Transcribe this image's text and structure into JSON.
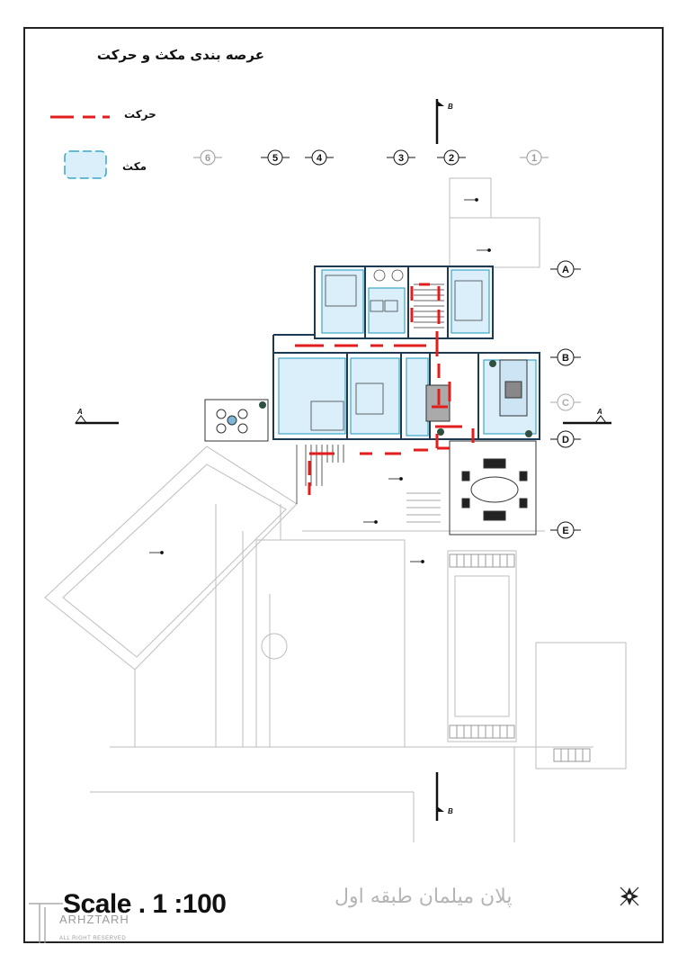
{
  "drawing": {
    "title": "عرصه بندی مکث و حرکت",
    "legend": {
      "movement_label": "حرکت",
      "pause_label": "مکث",
      "movement_color": "#e11d1d",
      "pause_fill": "#dbeffb",
      "pause_stroke": "#3aa6c8"
    },
    "column_labels": [
      "6",
      "5",
      "4",
      "3",
      "2",
      "1"
    ],
    "row_labels": [
      "A",
      "B",
      "C",
      "D",
      "E"
    ],
    "section_labels": {
      "top": "B",
      "bottom": "B",
      "left": "A",
      "right": "A"
    },
    "scale": "Scale . 1 :100",
    "plan_title": "پلان میلمان طبقه اول",
    "brand": "ARHZTARH",
    "brand_sub": "ALL RIGHT RESERVED"
  },
  "icons": [
    "north-arrow-icon",
    "brand-logo-icon"
  ]
}
